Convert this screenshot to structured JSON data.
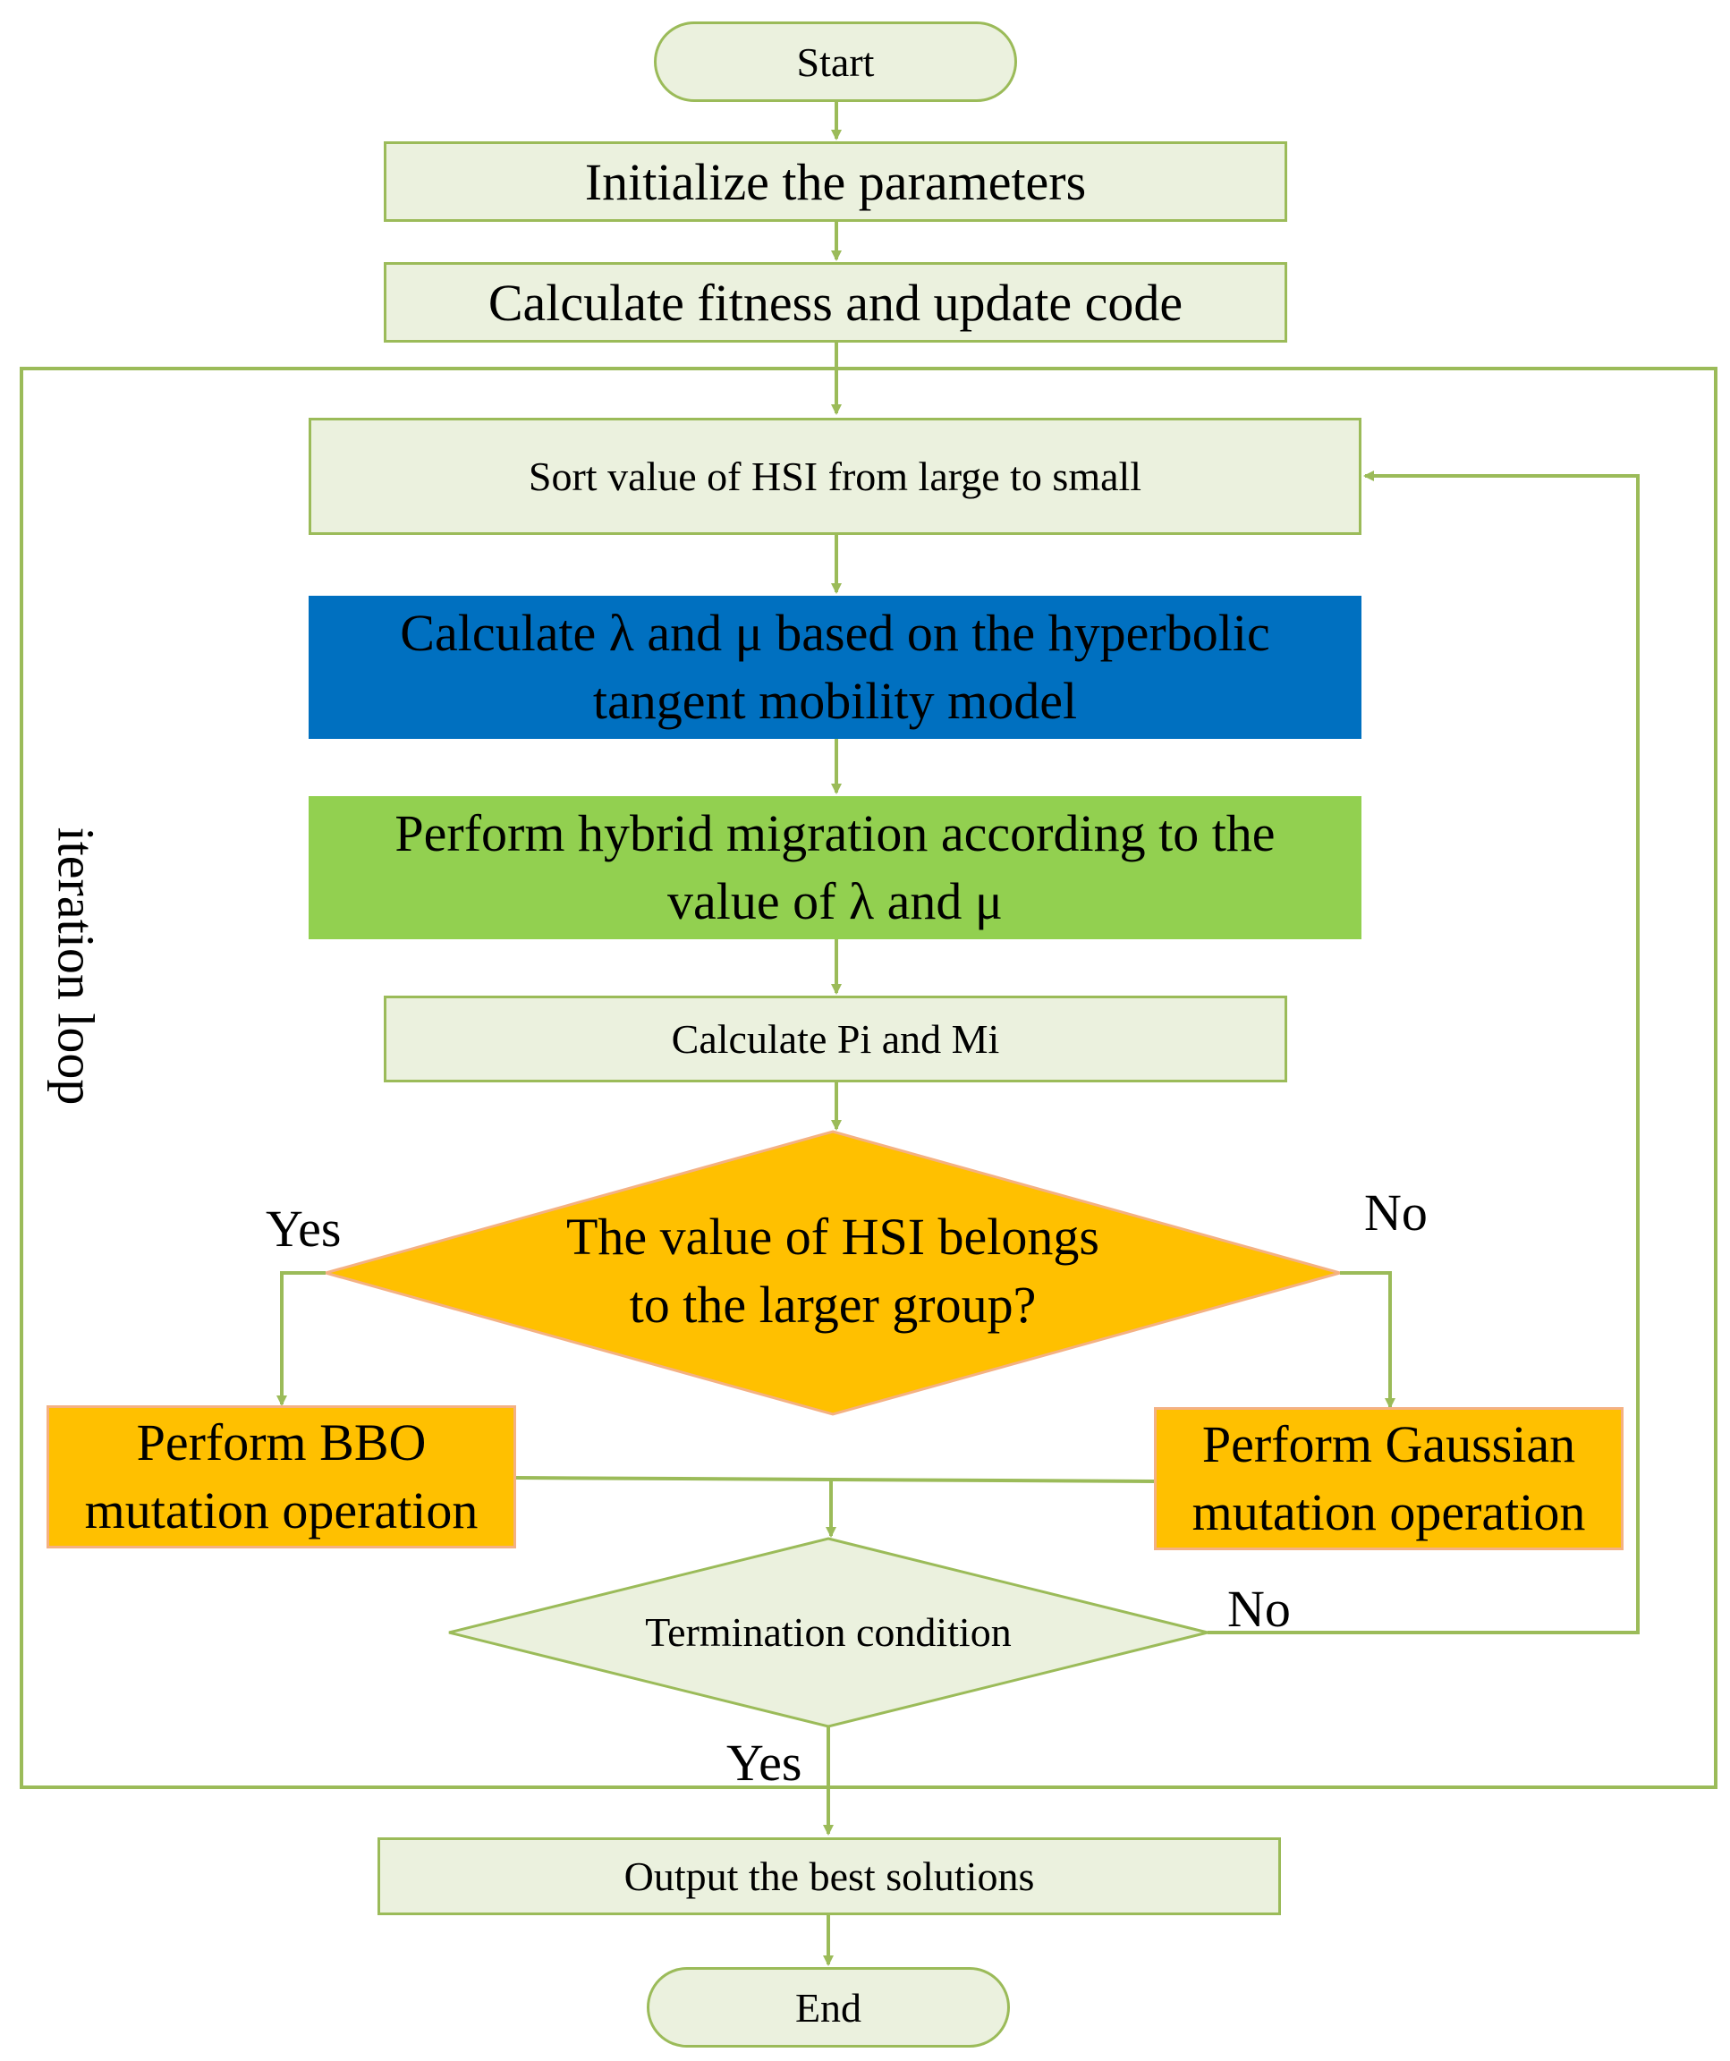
{
  "start": "Start",
  "init": "Initialize  the  parameters",
  "fitness": "Calculate fitness and update code",
  "sort": "Sort  value of   HSI   from  large  to  small",
  "calc_lambda_mu": "Calculate  λ  and  μ  based on the hyperbolic\ntangent mobility model",
  "migration": "Perform  hybrid   migration  according to the\nvalue  of   λ   and  μ",
  "calc_pi_mi": "Calculate    Pi    and    Mi",
  "decision_group": "The value of  HSI  belongs\nto the larger group?",
  "yes_left": "Yes",
  "no_right": "No",
  "bbo": "Perform    BBO\nmutation operation",
  "gaussian": "Perform  Gaussian\nmutation operation",
  "termination": "Termination condition",
  "no_loop": "No",
  "yes_down": "Yes",
  "output": "Output   the   best   solutions",
  "end": "End",
  "loop_label": "iteration loop",
  "colors": {
    "line": "#9bbb59",
    "light_fill": "#ebf1de",
    "blue_fill": "#0070c0",
    "green_fill": "#92d050",
    "orange_fill": "#ffc000",
    "orange_border": "#f4b183"
  }
}
